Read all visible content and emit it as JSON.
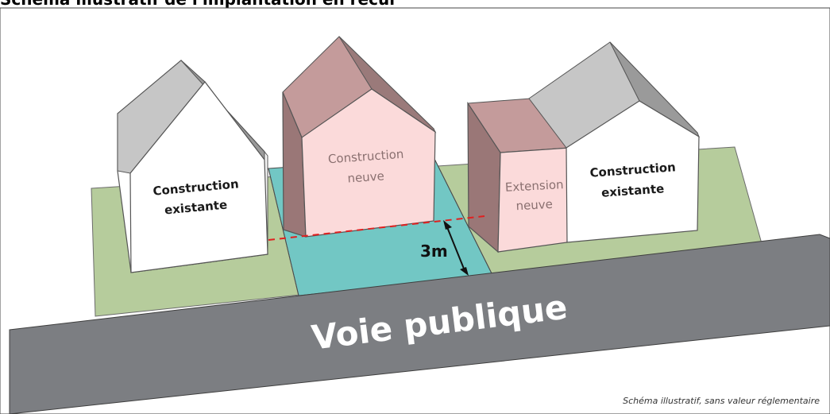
{
  "header": {
    "title": "Schéma illustratif de l'implantation en recul"
  },
  "labels": {
    "left_building_line1": "Construction",
    "left_building_line2": "existante",
    "new_building_line1": "Construction",
    "new_building_line2": "neuve",
    "extension_line1": "Extension",
    "extension_line2": "neuve",
    "right_building_line1": "Construction",
    "right_building_line2": "existante",
    "road": "Voie publique",
    "setback": "3m"
  },
  "caption": "Schéma illustratif, sans valeur réglementaire",
  "colors": {
    "lot_green": "#b6cc9c",
    "setback_teal": "#72c7c4",
    "road_gray": "#7c7e82",
    "new_wall_front": "#fbdada",
    "new_roof": "#c49b9b",
    "existing_wall": "#ffffff",
    "existing_roof": "#c6c6c6",
    "alignment_line": "#e02020"
  }
}
